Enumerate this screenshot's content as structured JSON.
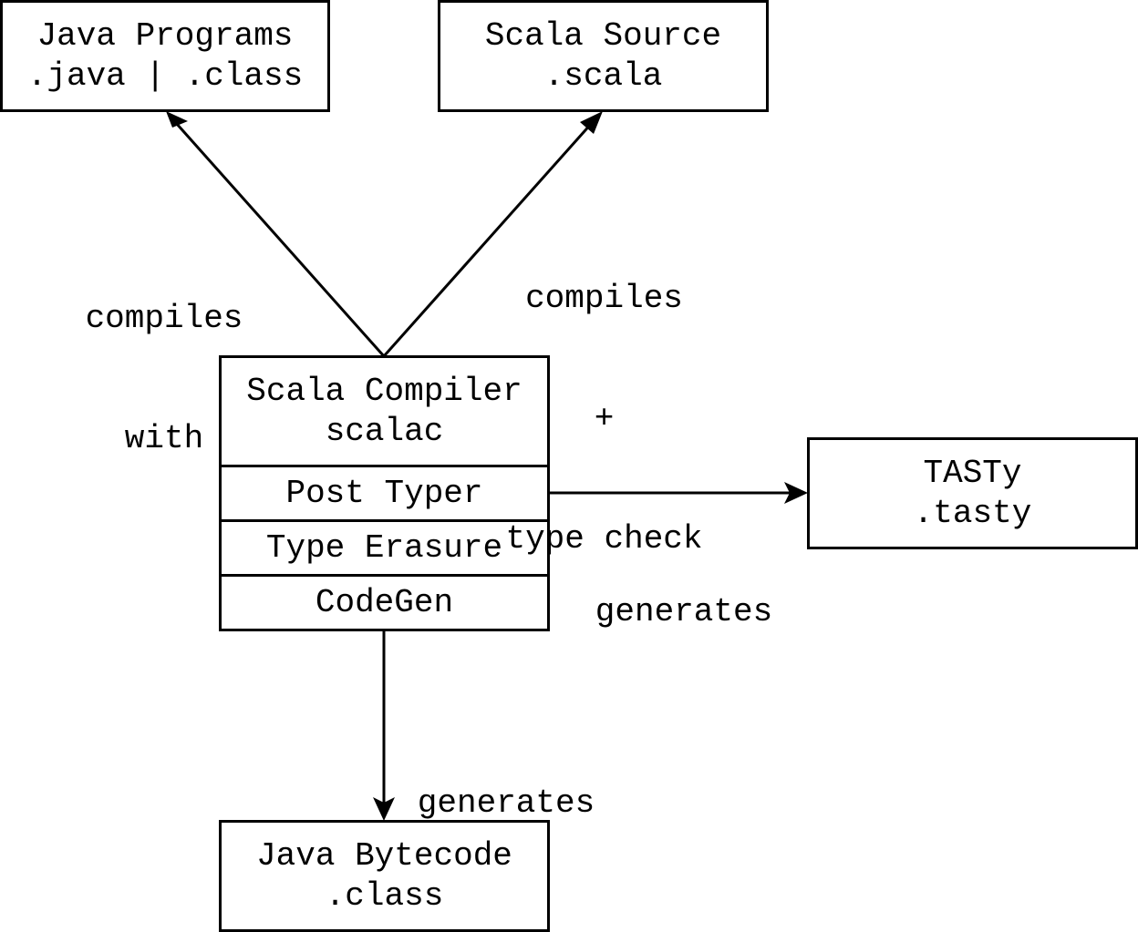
{
  "nodes": {
    "java_programs": {
      "line1": "Java Programs",
      "line2": ".java | .class"
    },
    "scala_source": {
      "line1": "Scala Source",
      "line2": ".scala"
    },
    "scala_compiler": {
      "line1": "Scala Compiler",
      "line2": "scalac",
      "phases": [
        "Post Typer",
        "Type Erasure",
        "CodeGen"
      ]
    },
    "tasty": {
      "line1": "TASTy",
      "line2": ".tasty"
    },
    "java_bytecode": {
      "line1": "Java Bytecode",
      "line2": ".class"
    }
  },
  "edges": {
    "to_java": {
      "line1": "compiles",
      "line2": "with"
    },
    "to_scala": {
      "line1": "compiles",
      "line2": "+",
      "line3": "type check"
    },
    "to_tasty": {
      "line1": "generates"
    },
    "to_bytecode": {
      "line1": "generates"
    }
  },
  "colors": {
    "stroke": "#000000",
    "background": "#ffffff"
  }
}
